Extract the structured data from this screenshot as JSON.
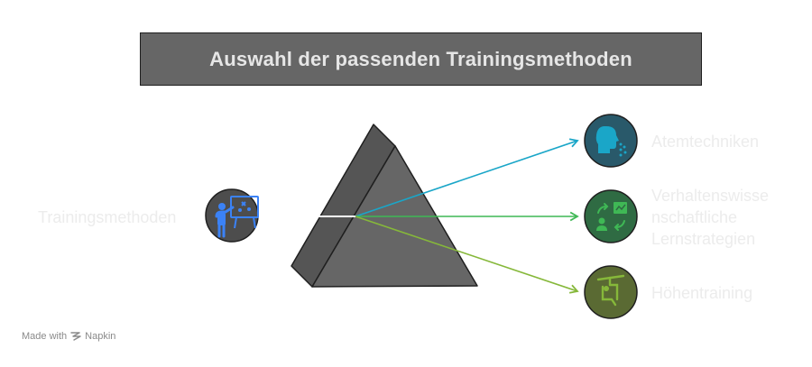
{
  "title": "Auswahl der passenden Trainingsmethoden",
  "source": {
    "label": "Trainingsmethoden",
    "icon": "teacher-board-icon"
  },
  "outputs": [
    {
      "label": "Atemtechniken",
      "icon": "breathing-head-icon",
      "color": "#1aa6c8"
    },
    {
      "label": "Verhaltenswissenschaftliche Lernstrategien",
      "label_lines": [
        "Verhaltenswisse",
        "nschaftliche",
        "Lernstrategien"
      ],
      "icon": "strategy-exchange-icon",
      "color": "#3fb855"
    },
    {
      "label": "Höhentraining",
      "icon": "cable-car-icon",
      "color": "#86b83a"
    }
  ],
  "colors": {
    "prism_front": "#666666",
    "prism_side": "#555555",
    "outline": "#1f1f1f",
    "source_circle": "#4d4d4d",
    "source_icon": "#3b82f6",
    "out1_circle": "#29596a",
    "out2_circle": "#2f6b43",
    "out3_circle": "#5a6a33"
  },
  "footer": {
    "prefix": "Made with",
    "brand": "Napkin"
  }
}
